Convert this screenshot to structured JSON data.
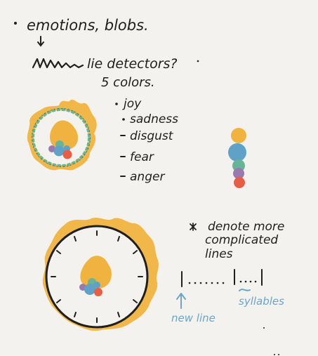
{
  "notes": {
    "line1": "emotions, blobs.",
    "line2": "lie detectors?",
    "line3": "5 colors.",
    "emotions": [
      "joy",
      "sadness",
      "disgust",
      "fear",
      "anger"
    ],
    "line4a": "denote more",
    "line4b": "complicated",
    "line4c": "lines",
    "annotation_new_line": "new line",
    "annotation_syllables": "syllables"
  },
  "colors": {
    "joy": "#f1b33f",
    "sadness": "#5fa1c7",
    "disgust": "#68b497",
    "fear": "#9b78ad",
    "anger": "#e85d45",
    "ink": "#1f1f1f",
    "blue_ink": "#6aa6c7",
    "paper": "#f4f2ef"
  }
}
